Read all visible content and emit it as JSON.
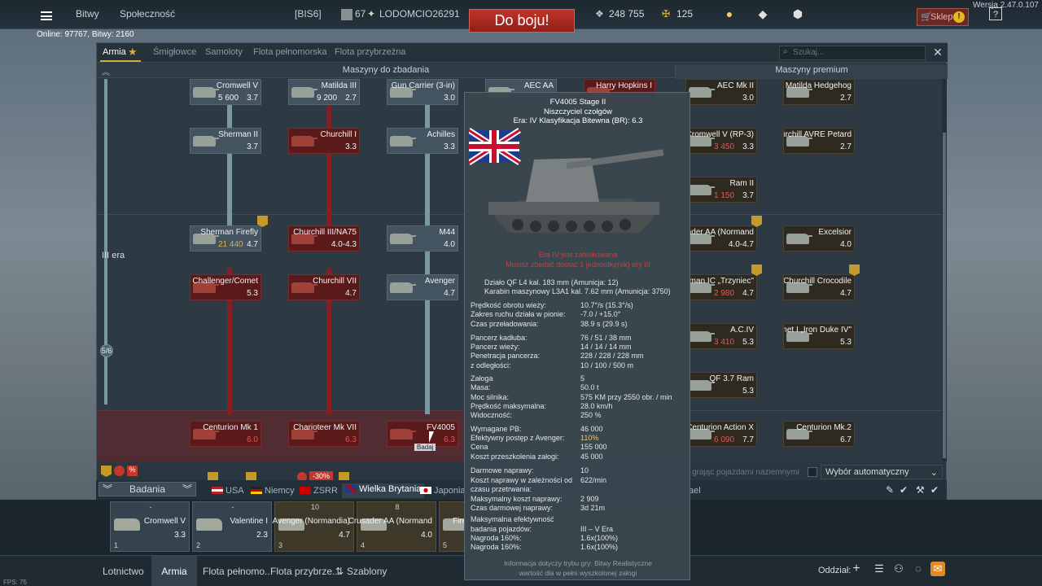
{
  "version": "Wersja 2.47.0.107",
  "topbar": {
    "menu_battles": "Bitwy",
    "menu_community": "Społeczność",
    "squad_tag": "[BIS6]",
    "player_level": "67",
    "player_name": "LODOMCIO26291",
    "battle_button": "Do boju!",
    "silver_lions": "248 755",
    "golden_eagles": "125",
    "shop": "Sklep",
    "shop_alert": "!",
    "help": "?"
  },
  "online": "Online: 97767, Bitwy: 2160",
  "tabs": [
    "Armia",
    "Śmigłowce",
    "Samoloty",
    "Flota pełnomorska",
    "Flota przybrzeżna"
  ],
  "search_placeholder": "Szukaj...",
  "close": "✕",
  "columns": {
    "research": "Maszyny do zbadania",
    "premium": "Maszyny premium"
  },
  "era_label": "III era",
  "era_progress": "5/6",
  "tree_cards": [
    {
      "name": "Cromwell V",
      "cost": "5 600",
      "br": "3.7"
    },
    {
      "name": "Matilda III",
      "cost": "9 200",
      "br": "2.7"
    },
    {
      "name": "Gun Carrier (3-in)",
      "br": "3.0"
    },
    {
      "name": "AEC AA",
      "br": ""
    },
    {
      "name": "Harry Hopkins I",
      "br": ""
    },
    {
      "name": "Sherman II",
      "br": "3.7"
    },
    {
      "name": "Churchill I",
      "br": "3.3"
    },
    {
      "name": "Achilles",
      "br": "3.3"
    },
    {
      "name": "Sherman Firefly",
      "cost": "21 440",
      "br": "4.7"
    },
    {
      "name": "Churchill III/NA75",
      "br": "4.0-4.3"
    },
    {
      "name": "M44",
      "br": "4.0"
    },
    {
      "name": "Challenger/Comet",
      "br": "5.3"
    },
    {
      "name": "Churchill VII",
      "br": "4.7"
    },
    {
      "name": "Avenger",
      "br": "4.7"
    },
    {
      "name": "Centurion Mk 1",
      "br": "6.0"
    },
    {
      "name": "Charioteer Mk VII",
      "br": "6.3"
    },
    {
      "name": "FV4005",
      "br": "6.3"
    }
  ],
  "premium_cards": [
    {
      "name": "AEC Mk II",
      "br": "3.0"
    },
    {
      "name": "Matilda Hedgehog",
      "br": "2.7"
    },
    {
      "name": "Cromwell V (RP-3)",
      "cost": "3 450",
      "br": "3.3"
    },
    {
      "name": "Churchill AVRE Petard",
      "br": "2.7"
    },
    {
      "name": "Ram II",
      "cost": "1 150",
      "br": "3.7"
    },
    {
      "name": "Crusader AA (Normand",
      "br": "4.0-4.7"
    },
    {
      "name": "Excelsior",
      "br": "4.0"
    },
    {
      "name": "Sherman IC „Trzyniec\"",
      "cost": "2 980",
      "br": "4.7"
    },
    {
      "name": "Churchill Crocodile",
      "br": "4.7"
    },
    {
      "name": "A.C.IV",
      "cost": "3 410",
      "br": "5.3"
    },
    {
      "name": "Comet I „Iron Duke IV\"",
      "br": "5.3"
    },
    {
      "name": "QF 3.7 Ram",
      "br": "5.3"
    },
    {
      "name": "Centurion Action X",
      "cost": "6 090",
      "br": "7.7"
    },
    {
      "name": "Centurion Mk.2",
      "br": "6.7"
    }
  ],
  "research_hint": "Badaj",
  "filters": {
    "badania": "Badania",
    "discount": "-30%",
    "auto_hint": "grając pojazdami naziemnymi",
    "auto_select": "Wybór automatyczny",
    "nations": [
      "USA",
      "Niemcy",
      "ZSRR",
      "Wielka Brytania",
      "Japonia",
      "ael"
    ]
  },
  "crew_slots": [
    {
      "top": "-",
      "name": "Cromwell V",
      "br": "3.3",
      "crew": "1"
    },
    {
      "top": "-",
      "name": "Valentine I",
      "br": "2.3",
      "crew": "2"
    },
    {
      "top": "10",
      "name": "Avenger (Normandia)",
      "br": "4.7",
      "crew": "3"
    },
    {
      "top": "8",
      "name": "Crusader AA (Normand",
      "br": "4.0",
      "crew": "4"
    },
    {
      "top": "",
      "name": "Fire",
      "br": "",
      "crew": "5"
    }
  ],
  "bottom_tabs": [
    "Lotnictwo",
    "Armia",
    "Flota pełnomo...",
    "Flota przybrze...",
    "Szablony"
  ],
  "squad_label": "Oddział:",
  "fps": "FPS: 75",
  "tooltip": {
    "title": "FV4005 Stage II",
    "class": "Niszczyciel czołgów",
    "era": "Era: IV   Klasyfikacja Bitewna (BR): 6.3",
    "locked1": "Era IV jest zablokowana",
    "locked2": "Musisz zbadać dostać 1 jednostkę(ek) ery III",
    "armament": [
      "Działo QF L4 kal. 183 mm (Amunicja: 12)",
      "Karabin maszynowy L3A1 kal. 7.62 mm (Amunicja: 3750)"
    ],
    "rows": [
      {
        "k": "Prędkość obrotu wieży:",
        "v": "10.7°/s (15.3°/s)"
      },
      {
        "k": "Zakres ruchu działa w pionie:",
        "v": "-7.0 / +15.0°"
      },
      {
        "k": "Czas przeładowania:",
        "v": "38.9 s (29.9 s)"
      },
      {
        "k": "Pancerz kadłuba:",
        "v": "76 / 51 / 38 mm"
      },
      {
        "k": "Pancerz wieży:",
        "v": "14 / 14 / 14 mm"
      },
      {
        "k": "Penetracja pancerza:",
        "v": "228 / 228 / 228 mm"
      },
      {
        "k": "z odległości:",
        "v": "10 / 100 / 500 m"
      },
      {
        "k": "Załoga",
        "v": "5"
      },
      {
        "k": "Masa:",
        "v": "50.0 t"
      },
      {
        "k": "Moc silnika:",
        "v": "575 KM przy 2550 obr. / min"
      },
      {
        "k": "Prędkość maksymalna:",
        "v": "28.0 km/h"
      },
      {
        "k": "Widoczność:",
        "v": "250 %"
      },
      {
        "k": "Wymagane PB:",
        "v": "46 000"
      },
      {
        "k": "Efektywny postęp z Avenger:",
        "v": "110%"
      },
      {
        "k": "Cena",
        "v": "155 000"
      },
      {
        "k": "Koszt przeszkolenia załogi:",
        "v": "45 000"
      },
      {
        "k": "Darmowe naprawy:",
        "v": "10"
      },
      {
        "k": "Koszt naprawy w zależności od",
        "v": "622/min"
      },
      {
        "k": "czasu przetrwania:",
        "v": ""
      },
      {
        "k": "Maksymalny koszt naprawy:",
        "v": "2 909"
      },
      {
        "k": "Czas darmowej naprawy:",
        "v": "3d 21m"
      },
      {
        "k": "Maksymalna efektywność",
        "v": ""
      },
      {
        "k": "badania pojazdów:",
        "v": "III – V Era"
      },
      {
        "k": "Nagroda 160%:",
        "v": "1.6x(100%)"
      },
      {
        "k": "Nagroda 160%:",
        "v": "1.6x(100%)"
      }
    ],
    "info1": "Informacja dotyczy trybu gry: Bitwy Realistyczne",
    "info2": "wartość dla w pełni wyszkolonej załogi"
  }
}
